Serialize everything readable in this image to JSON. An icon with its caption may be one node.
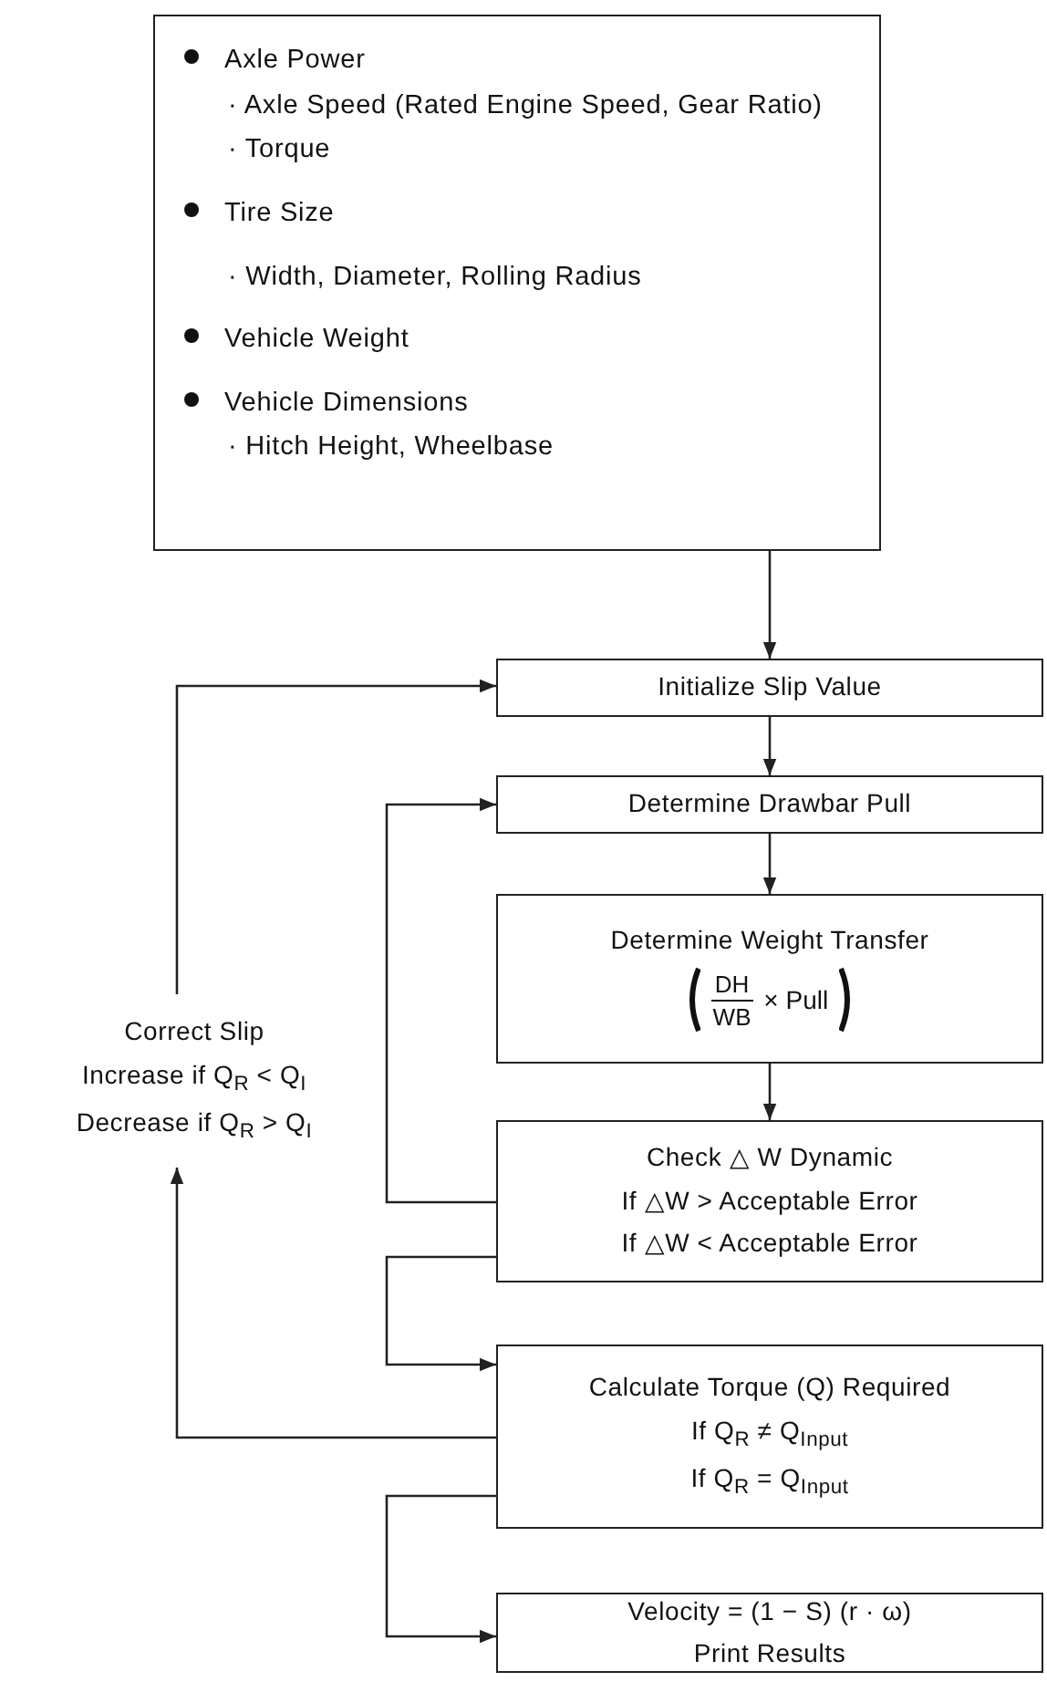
{
  "diagram": {
    "nodes": [
      {
        "text": [
          "Axle Power",
          "· Axle Speed (Rated Engine Speed, Gear Ratio)",
          "· Torque",
          "Tire Size",
          "· Width, Diameter, Rolling Radius",
          "Vehicle Weight",
          "Vehicle Dimensions",
          "· Hitch Height, Wheelbase"
        ]
      },
      {
        "text": [
          "Initialize Slip Value"
        ]
      },
      {
        "text": [
          "Determine Drawbar Pull"
        ]
      },
      {
        "text": [
          "Determine Weight Transfer",
          "DH",
          "WB",
          "× Pull"
        ]
      },
      {
        "text": [
          "Check △ W Dynamic",
          "If △W > Acceptable Error",
          "If △W < Acceptable Error"
        ]
      },
      {
        "text": [
          "Calculate Torque (Q) Required",
          "If Q$_{R}$ ≠ Q$_{Input}$",
          "If Q$_{R}$ = Q$_{Input}$"
        ]
      },
      {
        "text": [
          "Velocity = (1 − S) (r · ω)",
          "Print Results"
        ]
      },
      {
        "text": [
          "Correct Slip",
          "Increase if Q$_{R}$ < Q$_{I}$",
          "Decrease if Q$_{R}$ > Q$_{I}$"
        ]
      }
    ],
    "edges": [
      {
        "from": 0,
        "to": 1,
        "arrow": "to"
      },
      {
        "from": 1,
        "to": 2,
        "arrow": "to"
      },
      {
        "from": 2,
        "to": 3,
        "arrow": "to"
      },
      {
        "from": 3,
        "to": 4,
        "arrow": "to"
      },
      {
        "from": 4,
        "to": 2,
        "arrow": "to"
      },
      {
        "from": 4,
        "to": 5,
        "arrow": "to"
      },
      {
        "from": 5,
        "to": 7,
        "arrow": "to"
      },
      {
        "from": 7,
        "to": 1,
        "arrow": "to"
      },
      {
        "from": 5,
        "to": 6,
        "arrow": "to"
      }
    ]
  }
}
